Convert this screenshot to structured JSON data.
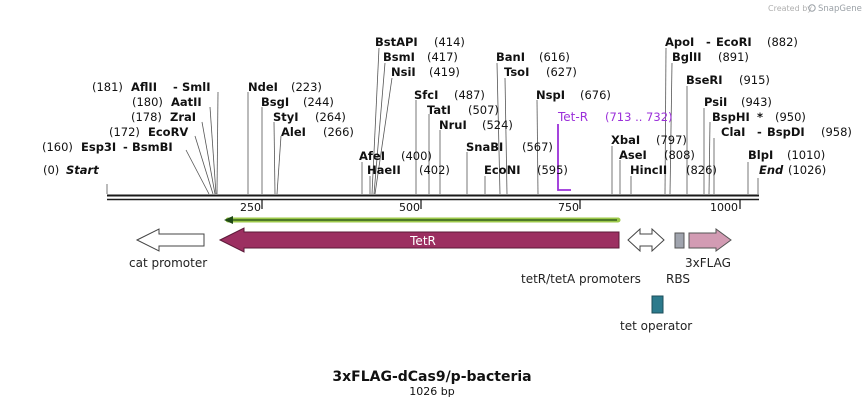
{
  "credit": {
    "prefix": "Created by",
    "brand": "SnapGene"
  },
  "plasmid": {
    "name": "3xFLAG-dCas9/p-bacteria",
    "length_label": "1026 bp"
  },
  "axis": {
    "ticks": [
      {
        "label": "250"
      },
      {
        "label": "500"
      },
      {
        "label": "750"
      },
      {
        "label": "1000"
      }
    ]
  },
  "enzymes": [
    {
      "name": "Start",
      "pos": "(0)",
      "italic": true
    },
    {
      "name": "Esp3I",
      "name2": "BsmBI",
      "pos": "(160)"
    },
    {
      "name": "EcoRV",
      "pos": "(172)"
    },
    {
      "name": "ZraI",
      "pos": "(178)"
    },
    {
      "name": "AatII",
      "pos": "(180)"
    },
    {
      "name": "AflII",
      "name2": "SmlI",
      "pos": "(181)"
    },
    {
      "name": "NdeI",
      "pos": "(223)"
    },
    {
      "name": "BsgI",
      "pos": "(244)"
    },
    {
      "name": "StyI",
      "pos": "(264)"
    },
    {
      "name": "AleI",
      "pos": "(266)"
    },
    {
      "name": "BstAPI",
      "pos": "(414)"
    },
    {
      "name": "BsmI",
      "pos": "(417)"
    },
    {
      "name": "NsiI",
      "pos": "(419)"
    },
    {
      "name": "AfeI",
      "pos": "(400)"
    },
    {
      "name": "HaeII",
      "pos": "(402)"
    },
    {
      "name": "SfcI",
      "pos": "(487)"
    },
    {
      "name": "TatI",
      "pos": "(507)"
    },
    {
      "name": "NruI",
      "pos": "(524)"
    },
    {
      "name": "SnaBI",
      "pos": "(567)"
    },
    {
      "name": "BanI",
      "pos": "(616)"
    },
    {
      "name": "TsoI",
      "pos": "(627)"
    },
    {
      "name": "EcoNI",
      "pos": "(595)"
    },
    {
      "name": "NspI",
      "pos": "(676)"
    },
    {
      "name": "XbaI",
      "pos": "(797)"
    },
    {
      "name": "AseI",
      "pos": "(808)"
    },
    {
      "name": "HincII",
      "pos": "(826)"
    },
    {
      "name": "ApoI",
      "name2": "EcoRI",
      "pos": "(882)"
    },
    {
      "name": "BglII",
      "pos": "(891)"
    },
    {
      "name": "BseRI",
      "pos": "(915)"
    },
    {
      "name": "PsiI",
      "pos": "(943)"
    },
    {
      "name": "BspHI",
      "mark": "*",
      "pos": "(950)"
    },
    {
      "name": "ClaI",
      "name2": "BspDI",
      "pos": "(958)"
    },
    {
      "name": "BlpI",
      "pos": "(1010)"
    },
    {
      "name": "End",
      "pos": "(1026)",
      "italic": true
    }
  ],
  "primer": {
    "name": "Tet-R",
    "range": "(713 .. 732)",
    "color": "#9b30d9"
  },
  "features": [
    {
      "name": "TetR",
      "type": "CDS",
      "color": "#9c2f61"
    },
    {
      "name": "cat promoter",
      "type": "promoter",
      "color": "#ffffff"
    },
    {
      "name": "tetR/tetA promoters",
      "type": "promoter",
      "color": "#ffffff"
    },
    {
      "name": "RBS",
      "type": "RBS",
      "color": "#a0a4ae"
    },
    {
      "name": "3xFLAG",
      "type": "tag",
      "color": "#d29bb3"
    },
    {
      "name": "tet operator",
      "type": "protein_bind",
      "color": "#2c7a8c"
    }
  ],
  "colors": {
    "orf_line": "#9cc84a",
    "backbone": "#1a1a1a"
  }
}
